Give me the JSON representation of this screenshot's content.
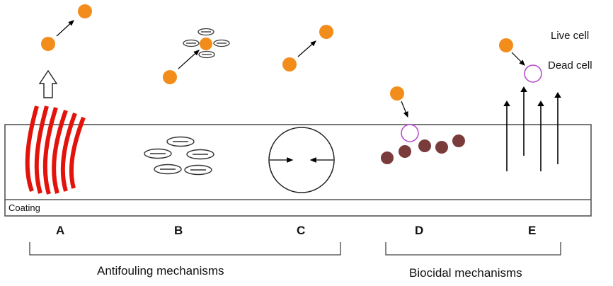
{
  "coating_label": "Coating",
  "panels": [
    {
      "letter": "A"
    },
    {
      "letter": "B"
    },
    {
      "letter": "C"
    },
    {
      "letter": "D"
    },
    {
      "letter": "E"
    }
  ],
  "groups": {
    "antifouling": "Antifouling mechanisms",
    "biocidal": "Biocidal mechanisms"
  },
  "legend": {
    "live_cell": "Live cell",
    "dead_cell": "Dead cell"
  },
  "colors": {
    "cell": "#f28c1b",
    "dead_cell_outline": "#b84fd0",
    "polymer_brush": "#e3120b",
    "biocide_particle": "#7a3b3b",
    "outline": "#333333"
  }
}
